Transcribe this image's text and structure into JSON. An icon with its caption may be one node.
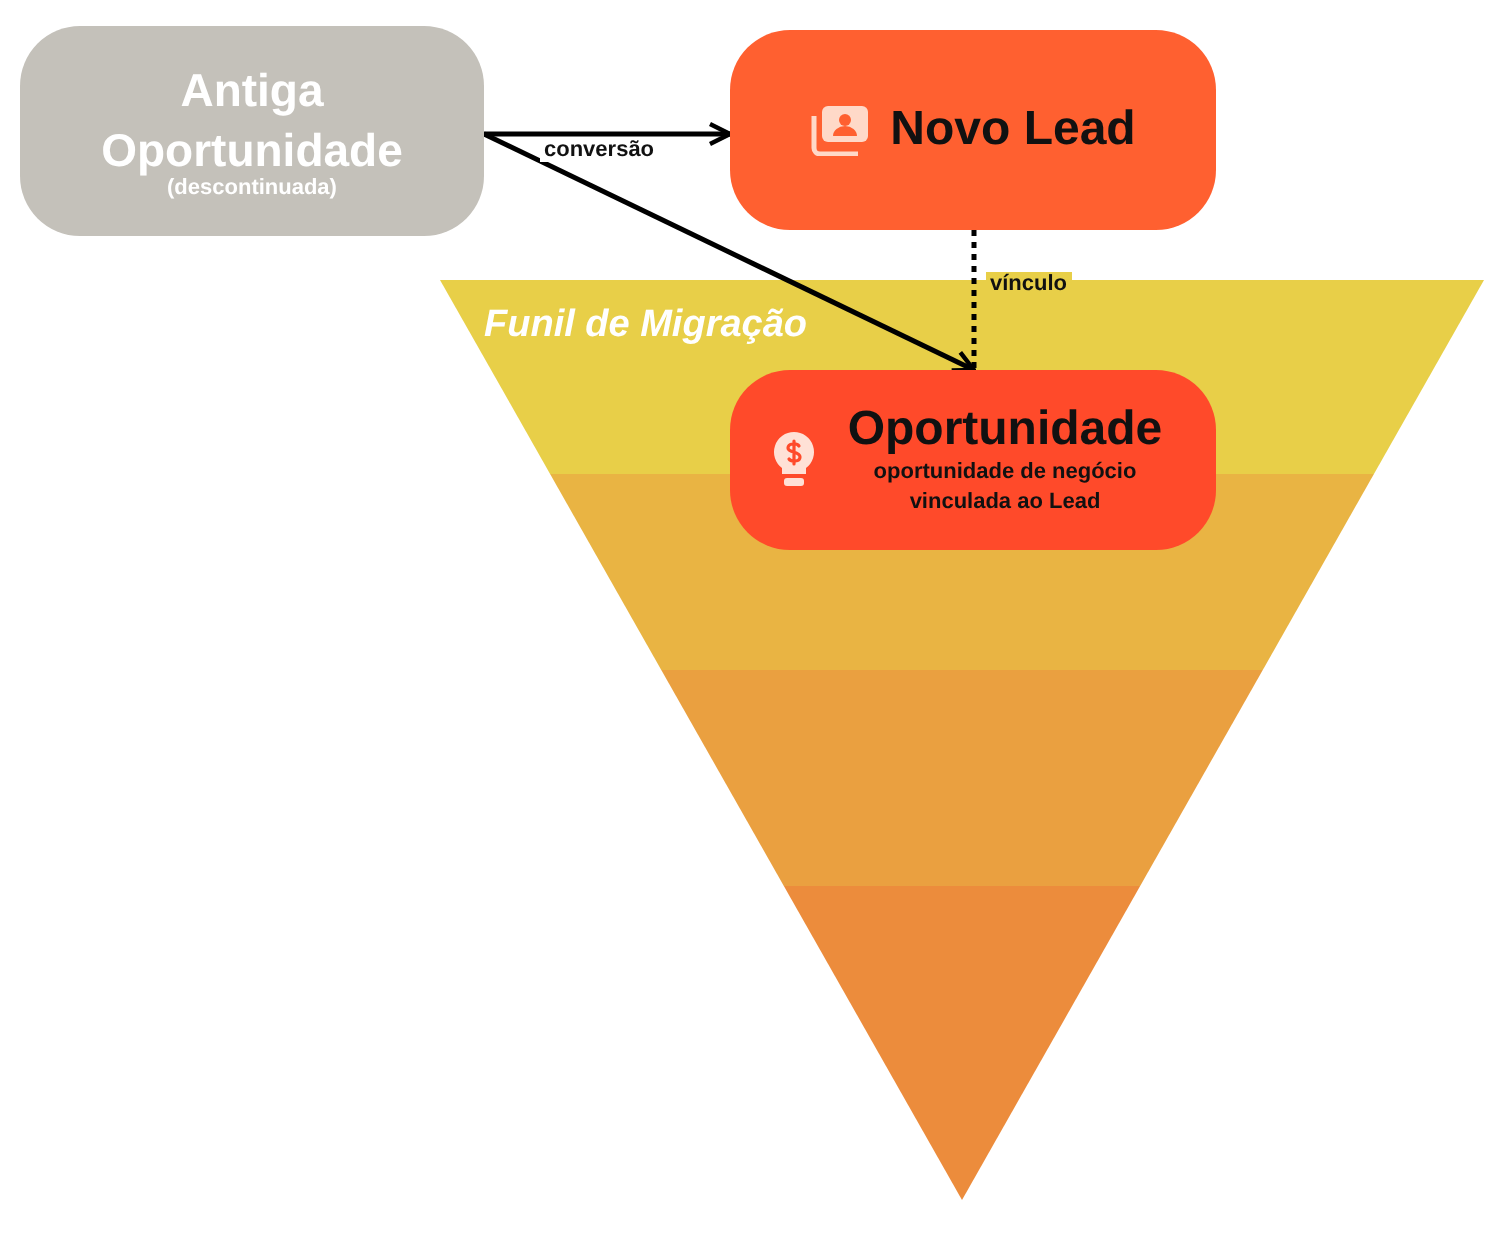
{
  "diagram": {
    "nodes": [
      {
        "text": [
          "Antiga Oportunidade",
          "(descontinuada)"
        ]
      },
      {
        "text": [
          "Novo Lead"
        ]
      },
      {
        "text": [
          "Funil de Migração"
        ]
      },
      {
        "text": [
          "Oportunidade",
          "oportunidade de negócio vinculada ao Lead"
        ],
        "in": 2
      }
    ],
    "edges": [
      {
        "from": 0,
        "to": 1,
        "arrow": "to",
        "label": "conversão"
      },
      {
        "from": 0,
        "to": 3,
        "arrow": "to"
      },
      {
        "from": 1,
        "to": 3,
        "arrow": "none",
        "label": "vínculo",
        "style": "dashed"
      }
    ]
  }
}
